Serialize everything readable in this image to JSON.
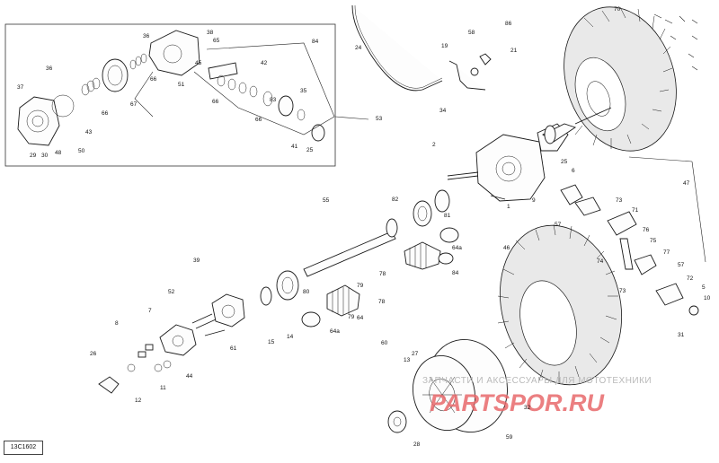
{
  "diagram": {
    "code": "13C1602",
    "watermark_top": "ЗАПЧАСТИ И АКСЕССУАРЫ ДЛЯ МОТОТЕХНИКИ",
    "watermark_main": "PARTSPOR.RU",
    "callouts": [
      "70",
      "86",
      "58",
      "21",
      "19",
      "24",
      "84",
      "36",
      "38",
      "65",
      "45",
      "42",
      "37",
      "36",
      "51",
      "66",
      "66",
      "35",
      "67",
      "66",
      "83",
      "66",
      "43",
      "41",
      "53",
      "25",
      "29",
      "30",
      "48",
      "50",
      "34",
      "2",
      "25",
      "6",
      "47",
      "9",
      "82",
      "73",
      "1",
      "71",
      "55",
      "57",
      "81",
      "76",
      "46",
      "64a",
      "39",
      "75",
      "74",
      "84",
      "77",
      "52",
      "78",
      "79",
      "57",
      "80",
      "72",
      "5",
      "10",
      "73",
      "31",
      "7",
      "78",
      "14",
      "15",
      "79",
      "64",
      "64a",
      "8",
      "61",
      "60",
      "27",
      "13",
      "26",
      "44",
      "11",
      "12",
      "32",
      "59",
      "28"
    ]
  }
}
